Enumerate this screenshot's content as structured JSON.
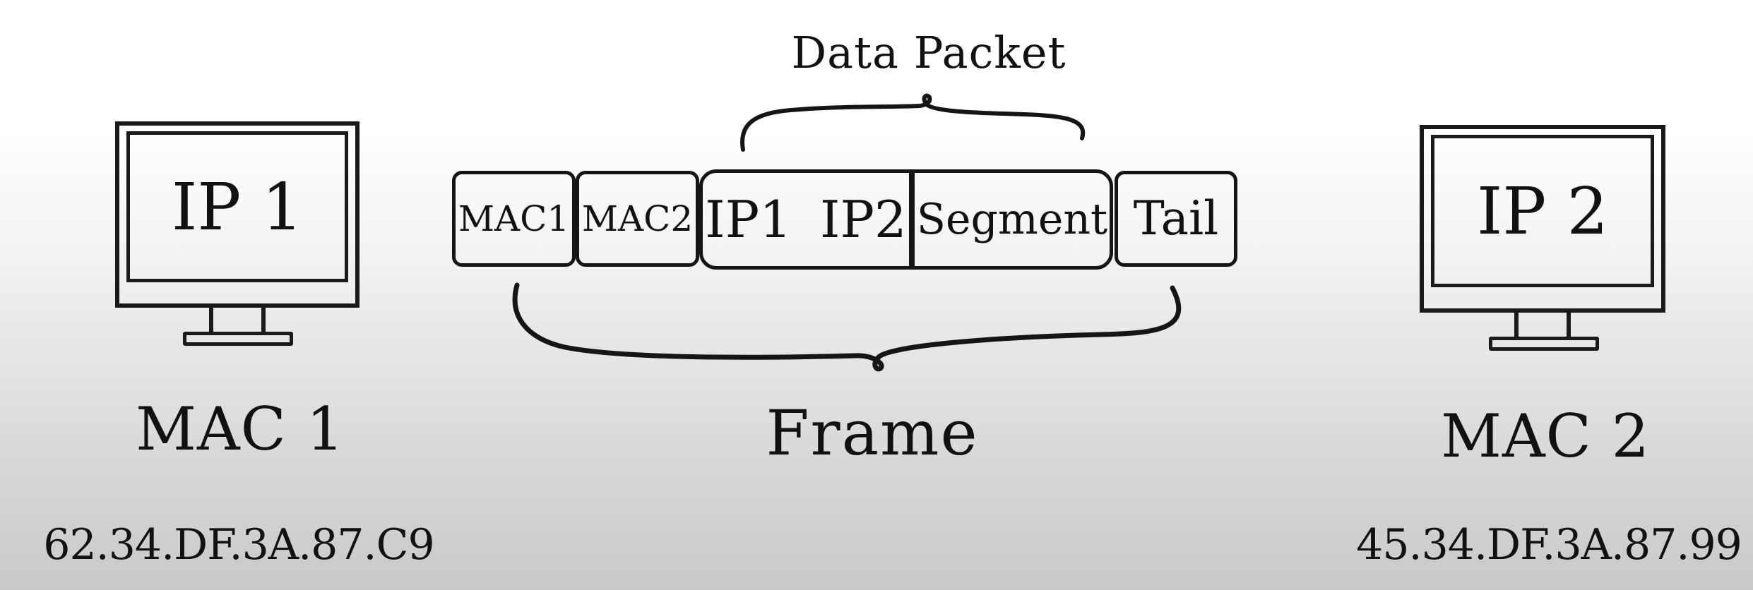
{
  "left_host": {
    "screen_label": "IP 1",
    "mac_label": "MAC 1",
    "mac_address": "62.34.DF.3A.87.C9"
  },
  "right_host": {
    "screen_label": "IP 2",
    "mac_label": "MAC 2",
    "mac_address": "45.34.DF.3A.87.99"
  },
  "packet_title": "Data Packet",
  "frame_title": "Frame",
  "frame_cells": {
    "mac1": "MAC1",
    "mac2": "MAC2",
    "ip1": "IP1",
    "ip2": "IP2",
    "segment": "Segment",
    "tail": "Tail"
  },
  "colors": {
    "ink": "#151515",
    "background_top": "#ffffff",
    "background_bottom": "#c9c9c9"
  }
}
